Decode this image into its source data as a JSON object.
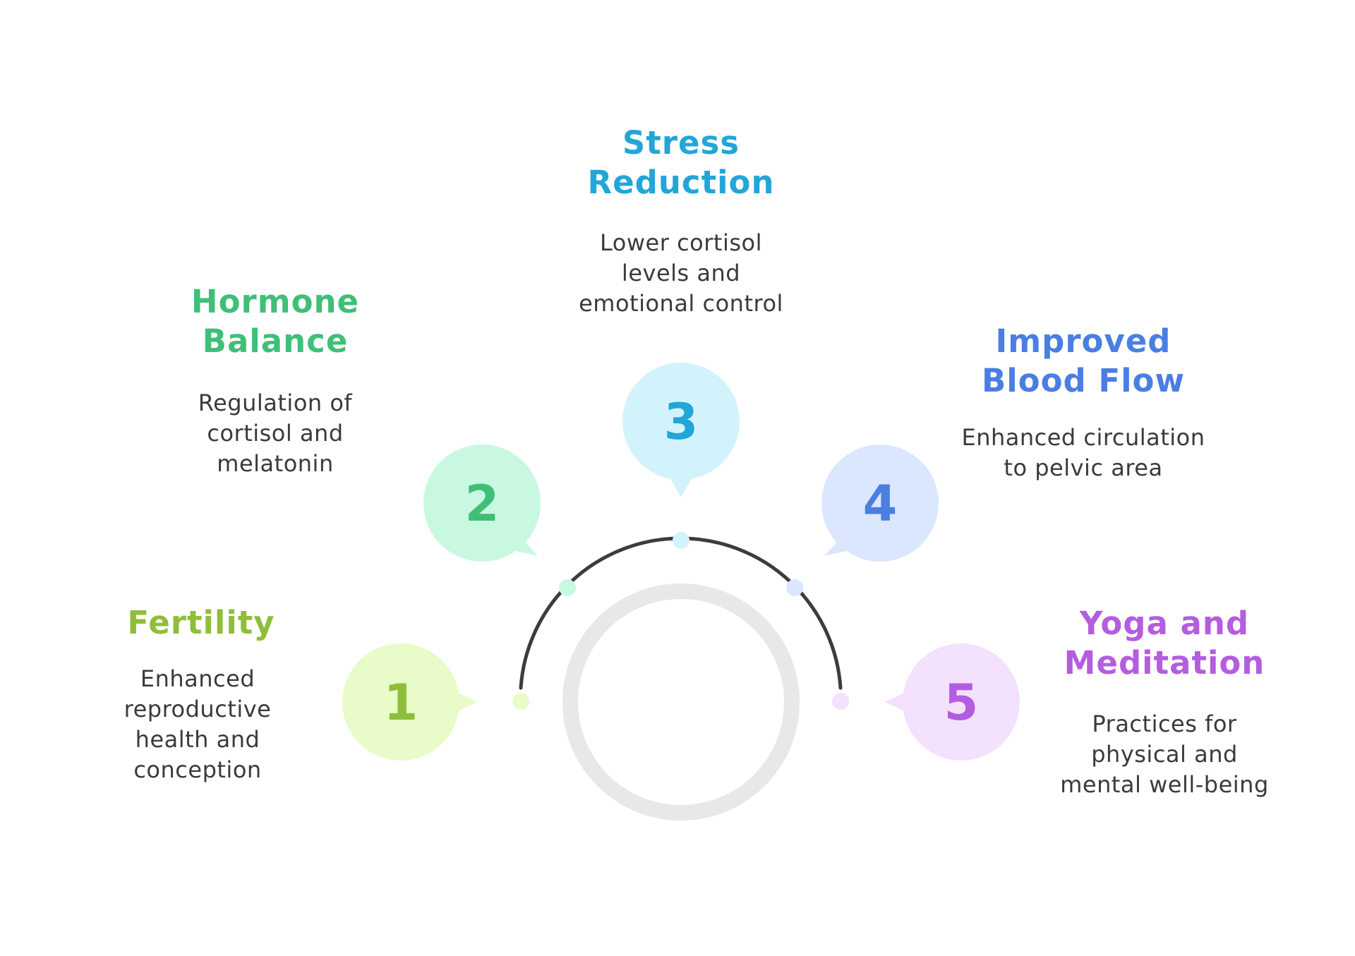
{
  "items": [
    {
      "number": "1",
      "title": "Fertility",
      "description": "Enhanced\nreproductive\nhealth and\nconception",
      "color": "#8fbe3a",
      "fill": "#e8fbc8"
    },
    {
      "number": "2",
      "title": "Hormone\nBalance",
      "description": "Regulation of\ncortisol and\nmelatonin",
      "color": "#3fbf77",
      "fill": "#c9f8e1"
    },
    {
      "number": "3",
      "title": "Stress\nReduction",
      "description": "Lower cortisol\nlevels and\nemotional control",
      "color": "#22a6d8",
      "fill": "#d3f3fc"
    },
    {
      "number": "4",
      "title": "Improved\nBlood Flow",
      "description": "Enhanced circulation\nto pelvic area",
      "color": "#4a7ee2",
      "fill": "#dbe7fe"
    },
    {
      "number": "5",
      "title": "Yoga and\nMeditation",
      "description": "Practices for\nphysical and\nmental well-being",
      "color": "#b45de0",
      "fill": "#f3e1fd"
    }
  ],
  "colors": {
    "arc": "#3c3c3c",
    "ring": "#e8e8e8",
    "text": "#3a3a3a"
  }
}
